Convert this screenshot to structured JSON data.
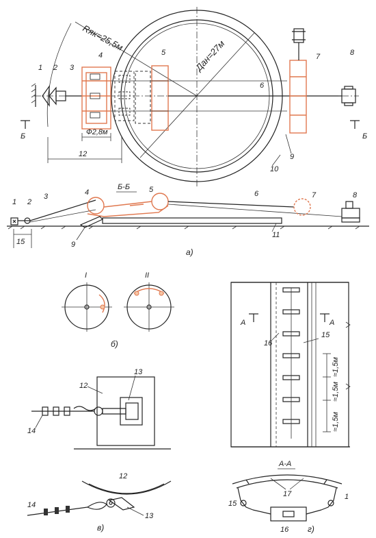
{
  "labels": {
    "n1": "1",
    "n2": "2",
    "n3": "3",
    "n4": "4",
    "n5": "5",
    "n6": "6",
    "n7": "7",
    "n8": "8",
    "n9": "9",
    "n10": "10",
    "n11": "11",
    "n12": "12",
    "n13": "13",
    "n14": "14",
    "n15": "15",
    "n16": "16",
    "n17": "17"
  },
  "dims": {
    "radius": "Rяк=25,5м",
    "diameter": "Дан=27м",
    "pulley": "Ф2,8м",
    "dist12": "12",
    "dist15": "15",
    "step": "≈1,5м"
  },
  "sections": {
    "bb": "Б-Б",
    "aa": "А-А",
    "b_left": "Б",
    "b_right": "Б",
    "a_left": "А",
    "a_right": "А",
    "roman1": "I",
    "roman2": "II"
  },
  "captions": {
    "a": "а)",
    "b": "б)",
    "v": "в)",
    "g": "г)"
  }
}
